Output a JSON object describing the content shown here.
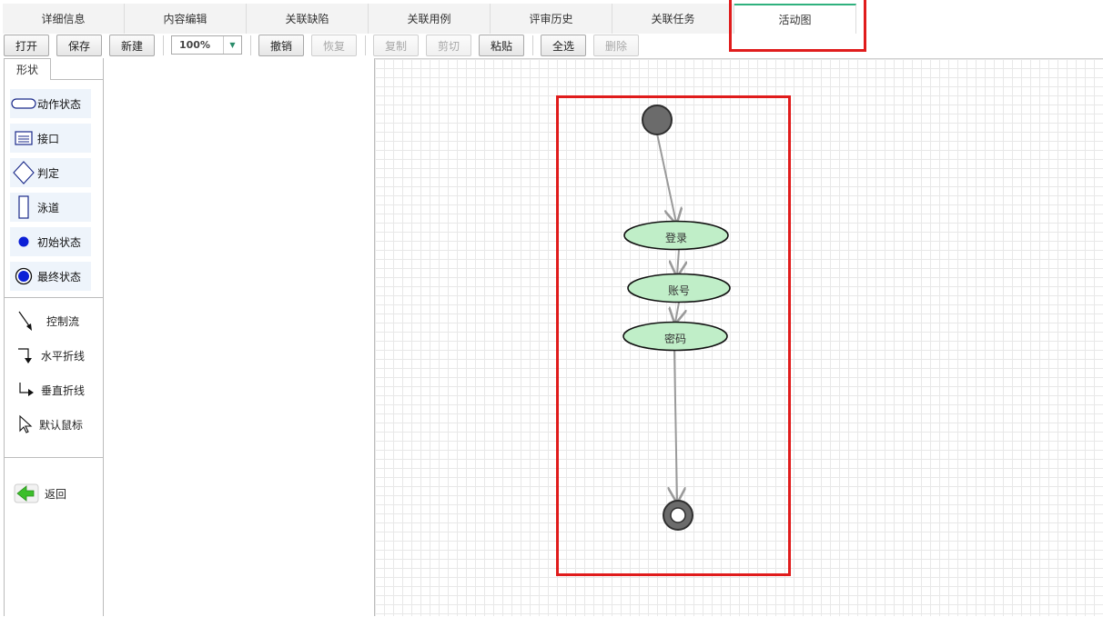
{
  "tabs": [
    {
      "label": "详细信息"
    },
    {
      "label": "内容编辑"
    },
    {
      "label": "关联缺陷"
    },
    {
      "label": "关联用例"
    },
    {
      "label": "评审历史"
    },
    {
      "label": "关联任务"
    },
    {
      "label": "活动图",
      "active": true
    }
  ],
  "toolbar": {
    "open": "打开",
    "save": "保存",
    "new": "新建",
    "zoom": "100%",
    "undo": "撤销",
    "redo": "恢复",
    "copy": "复制",
    "cut": "剪切",
    "paste": "粘贴",
    "select_all": "全选",
    "delete": "删除"
  },
  "panel": {
    "tab_label": "形状",
    "shapes": [
      {
        "label": "动作状态",
        "icon": "action-state-icon"
      },
      {
        "label": "接口",
        "icon": "interface-icon"
      },
      {
        "label": "判定",
        "icon": "decision-icon"
      },
      {
        "label": "泳道",
        "icon": "swimlane-icon"
      },
      {
        "label": "初始状态",
        "icon": "initial-state-icon"
      },
      {
        "label": "最终状态",
        "icon": "final-state-icon"
      }
    ],
    "tools": [
      {
        "label": "控制流",
        "icon": "control-flow-icon"
      },
      {
        "label": "水平折线",
        "icon": "horizontal-polyline-icon"
      },
      {
        "label": "垂直折线",
        "icon": "vertical-polyline-icon"
      },
      {
        "label": "默认鼠标",
        "icon": "default-cursor-icon"
      }
    ],
    "back_label": "返回"
  },
  "diagram": {
    "nodes": [
      {
        "id": "login",
        "label": "登录"
      },
      {
        "id": "account",
        "label": "账号"
      },
      {
        "id": "password",
        "label": "密码"
      }
    ]
  },
  "colors": {
    "accent": "#2fb17e",
    "highlight": "#e01c1c",
    "node_fill": "#c0eec8",
    "panel_item_bg": "#eef4fb"
  }
}
